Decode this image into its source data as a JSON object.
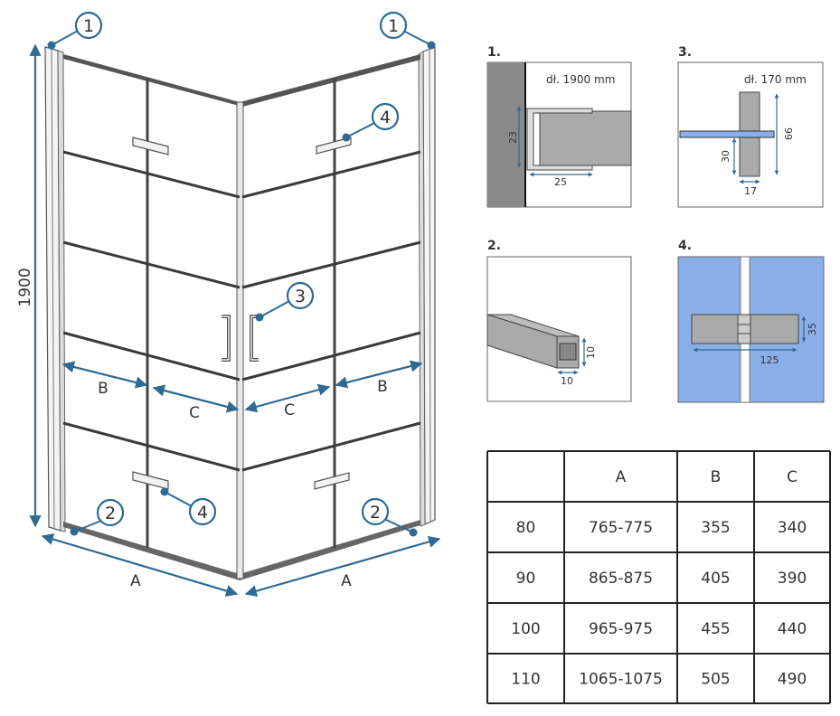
{
  "colors": {
    "dimension": "#2e6a93",
    "frame": "#444444",
    "glass_line": "#3a3a3a",
    "wall": "#8a8a8a",
    "profile": "#aaaaaa",
    "detail_glass": "#8aaee8",
    "table_border": "#222222"
  },
  "overview": {
    "height_label": "1900",
    "width_label_left": "A",
    "width_label_right": "A",
    "b_label_left": "B",
    "c_label_left": "C",
    "c_label_right": "C",
    "b_label_right": "B",
    "callouts": {
      "one_left": "1",
      "one_right": "1",
      "two_left": "2",
      "two_right": "2",
      "three": "3",
      "four_top": "4",
      "four_bottom": "4"
    }
  },
  "details": {
    "d1": {
      "number": "1.",
      "length": "dł. 1900 mm",
      "dim_height": "23",
      "dim_width": "25"
    },
    "d2": {
      "number": "2.",
      "dim_height": "10",
      "dim_width": "10"
    },
    "d3": {
      "number": "3.",
      "length": "dł. 170 mm",
      "dim_total": "66",
      "dim_lower": "30",
      "dim_width": "17"
    },
    "d4": {
      "number": "4.",
      "dim_height": "35",
      "dim_width": "125"
    }
  },
  "table": {
    "headers": [
      "",
      "A",
      "B",
      "C"
    ],
    "rows": [
      [
        "80",
        "765-775",
        "355",
        "340"
      ],
      [
        "90",
        "865-875",
        "405",
        "390"
      ],
      [
        "100",
        "965-975",
        "455",
        "440"
      ],
      [
        "110",
        "1065-1075",
        "505",
        "490"
      ]
    ]
  }
}
